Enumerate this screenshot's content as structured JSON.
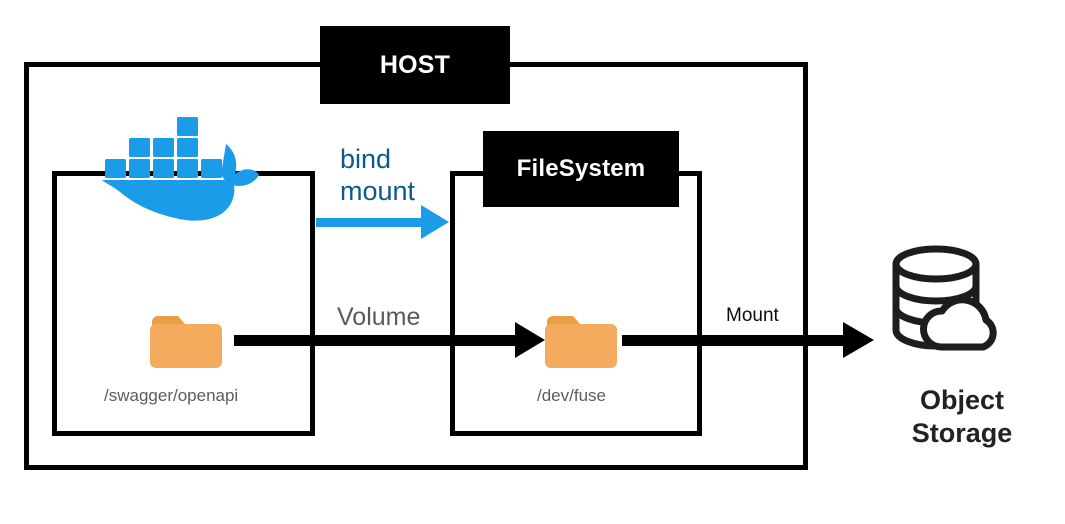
{
  "diagram": {
    "title": "Docker volume / bind mount to object storage",
    "host": {
      "plate_label": "HOST"
    },
    "filesystem": {
      "plate_label": "FileSystem"
    },
    "docker_container": {
      "logo_name": "docker-whale-logo",
      "folder_icon_name": "folder-icon",
      "path_label": "/swagger/openapi"
    },
    "filesystem_container": {
      "folder_icon_name": "folder-icon",
      "path_label": "/dev/fuse"
    },
    "connections": [
      {
        "id": "bind-mount",
        "label": "bind\nmount",
        "color": "#1b9ce8",
        "text_color": "#0c5a8c",
        "from": "docker",
        "to": "filesystem"
      },
      {
        "id": "volume",
        "label": "Volume",
        "color": "#000000",
        "text_color": "#5a5a5a",
        "from": "/swagger/openapi",
        "to": "/dev/fuse"
      },
      {
        "id": "mount",
        "label": "Mount",
        "color": "#000000",
        "text_color": "#0d0d0d",
        "from": "/dev/fuse",
        "to": "object-storage"
      }
    ],
    "object_storage": {
      "label": "Object\nStorage",
      "icon_name": "database-cloud-icon"
    },
    "colors": {
      "docker_blue": "#1b9ce8",
      "bind_mount_text": "#0c5a8c",
      "folder_orange": "#f4ab5e",
      "folder_orange_tab": "#eb9f44",
      "box_stroke": "#000000",
      "plate_fill": "#000000",
      "plate_text": "#ffffff",
      "gray_text": "#5a5a5a"
    }
  }
}
